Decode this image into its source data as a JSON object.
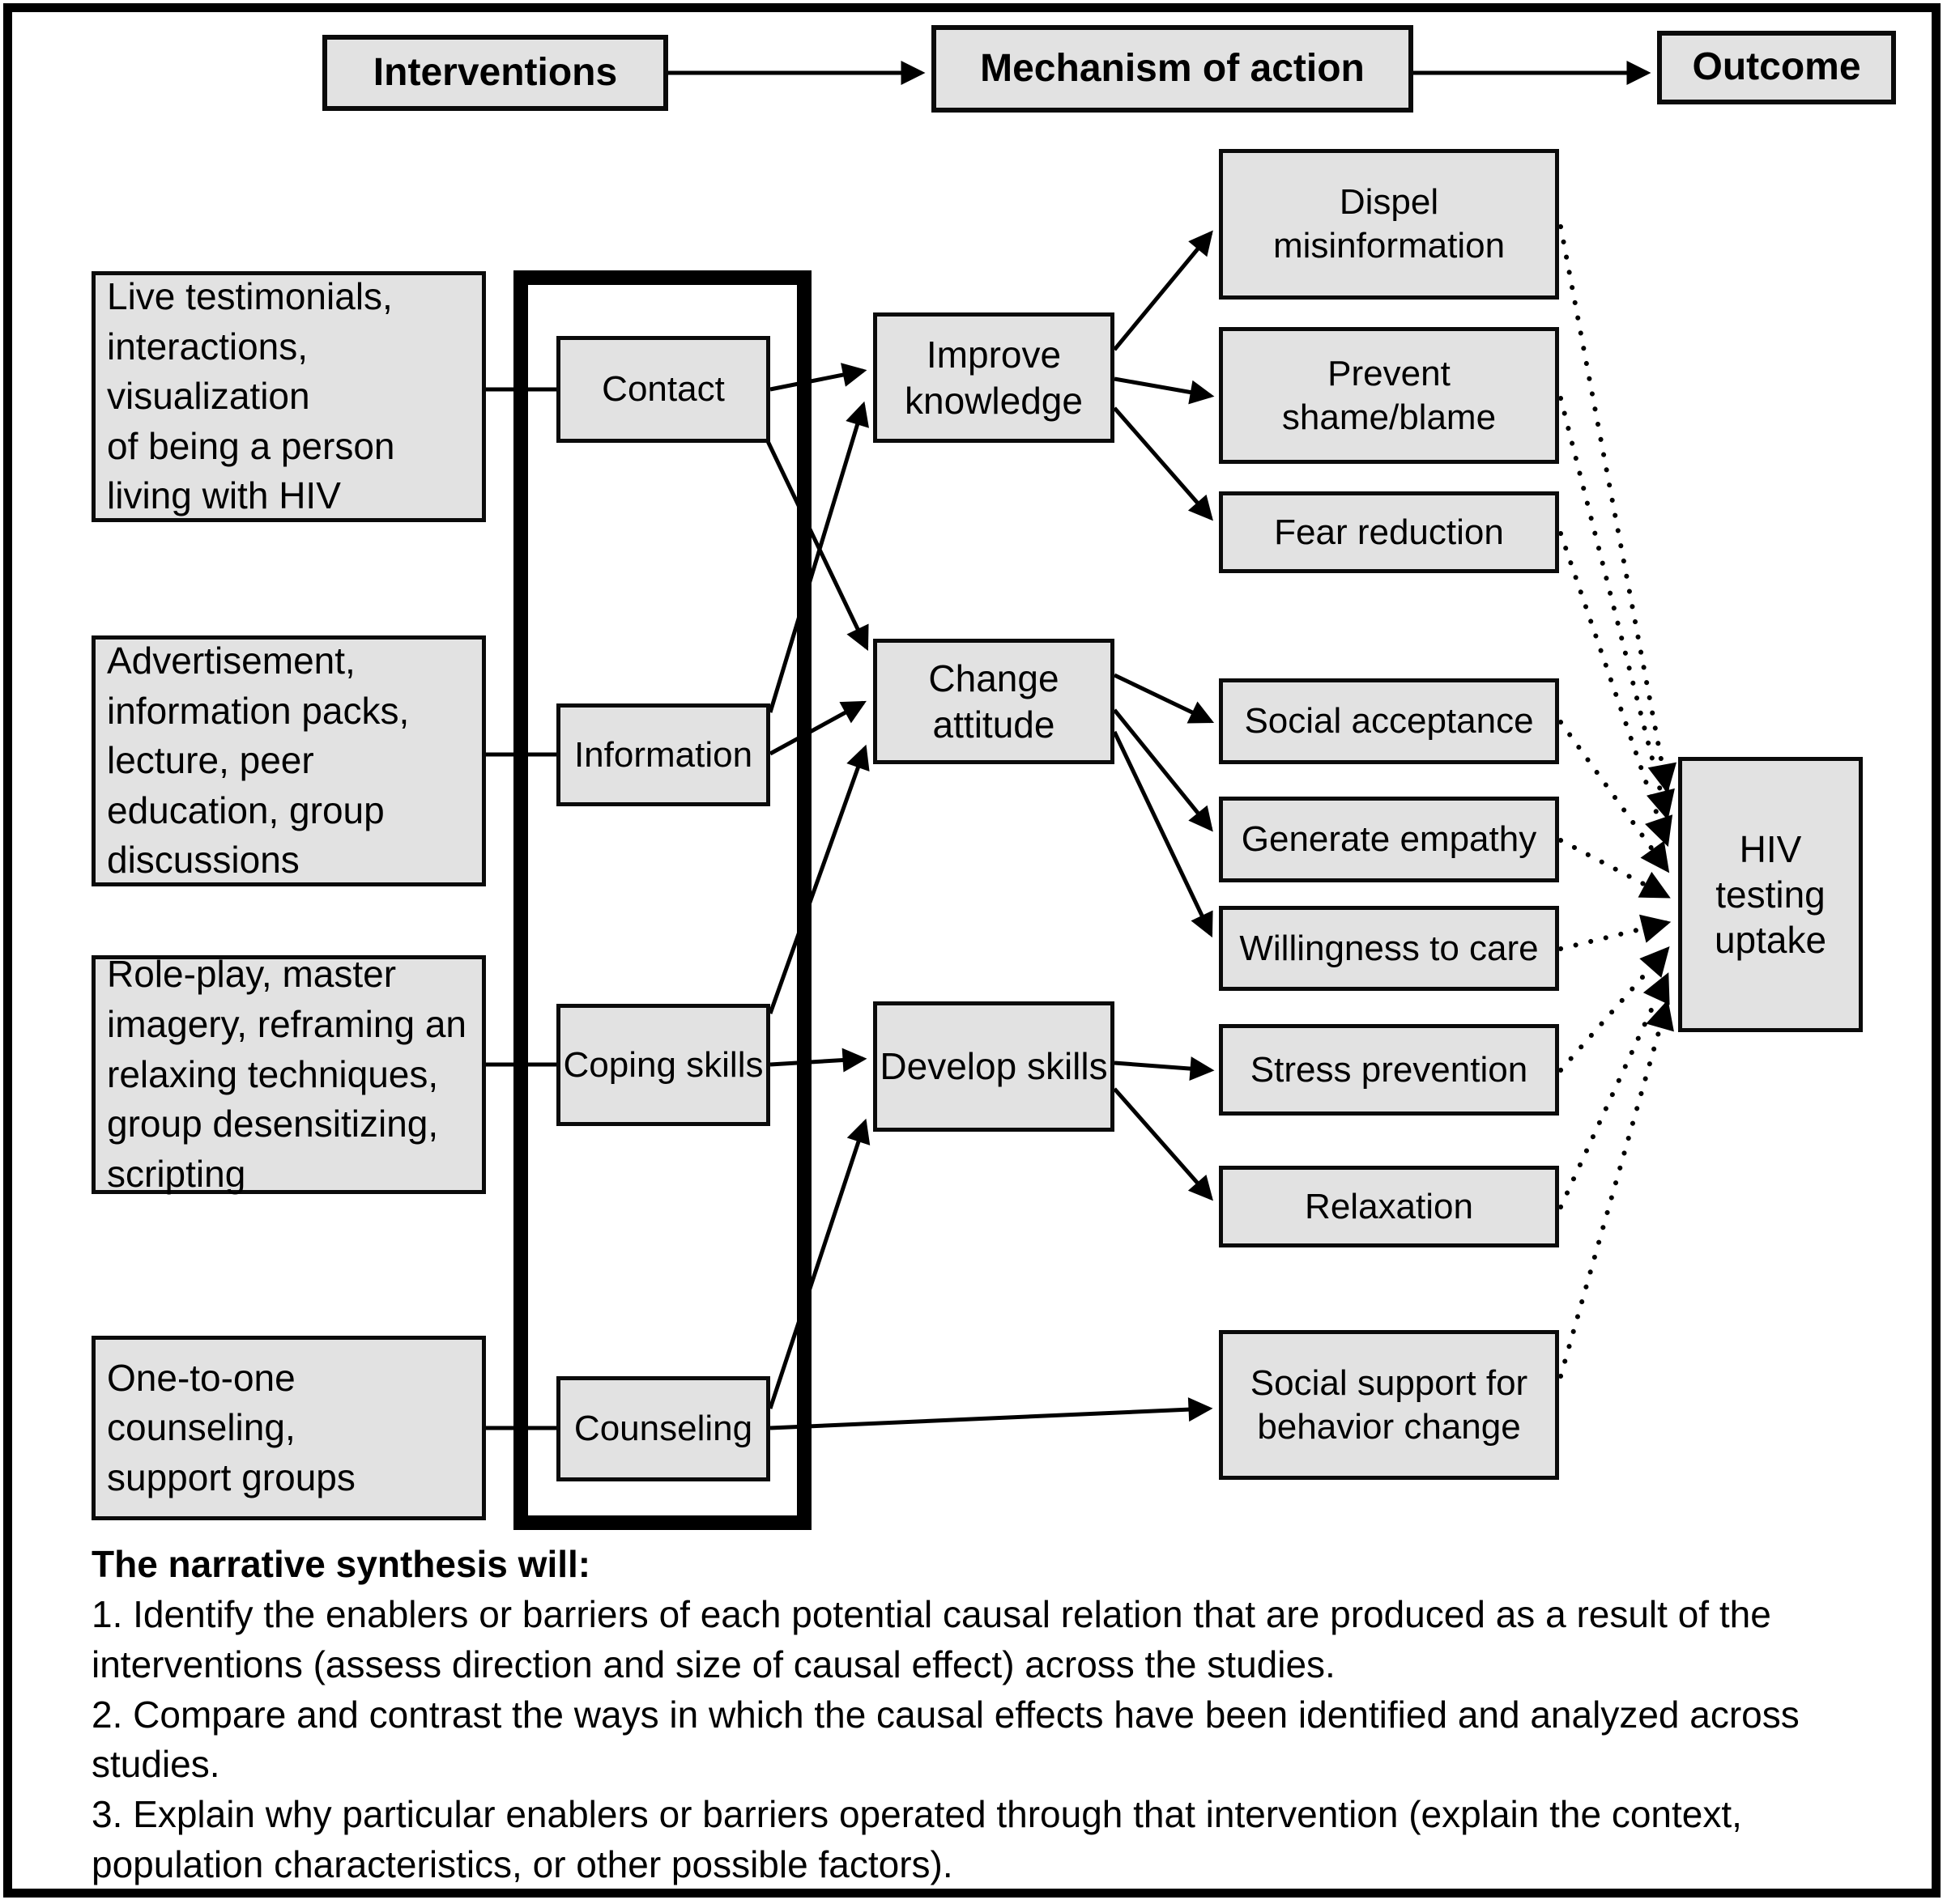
{
  "title_row": {
    "interventions": "Interventions",
    "mechanism_of_action": "Mechanism of action",
    "outcome": "Outcome"
  },
  "intervention_boxes": [
    {
      "lines": [
        "Live testimonials,",
        "interactions,",
        "visualization",
        "of being a person",
        "living with HIV"
      ]
    },
    {
      "lines": [
        "Advertisement,",
        "information packs,",
        "lecture, peer",
        "education, group",
        "discussions"
      ]
    },
    {
      "lines": [
        "Role-play, master",
        "imagery, reframing an",
        "relaxing techniques,",
        "group desensitizing,",
        "scripting"
      ]
    },
    {
      "lines": [
        "One-to-one",
        "counseling,",
        "support groups"
      ]
    }
  ],
  "category_boxes": [
    "Contact",
    "Information",
    "Coping skills",
    "Counseling"
  ],
  "mechanism_boxes": [
    "Improve knowledge",
    "Change attitude",
    "Develop skills"
  ],
  "effect_boxes": [
    "Dispel misinformation",
    "Prevent shame/blame",
    "Fear reduction",
    "Social acceptance",
    "Generate empathy",
    "Willingness to care",
    "Stress prevention",
    "Relaxation",
    "Social support for behavior change"
  ],
  "outcome_box": "HIV testing uptake",
  "narrative": {
    "heading": "The narrative synthesis will:",
    "items": [
      "1. Identify the enablers or barriers of each potential causal relation that are produced as a result of the interventions (assess direction and size of causal effect) across the studies.",
      "2. Compare and contrast the ways in which the causal effects have been identified and analyzed across studies.",
      "3. Explain why particular enablers or barriers operated through that intervention (explain the context, population characteristics, or other possible factors)."
    ]
  },
  "colors": {
    "box_fill": "#e2e2e2",
    "line": "#000000"
  }
}
